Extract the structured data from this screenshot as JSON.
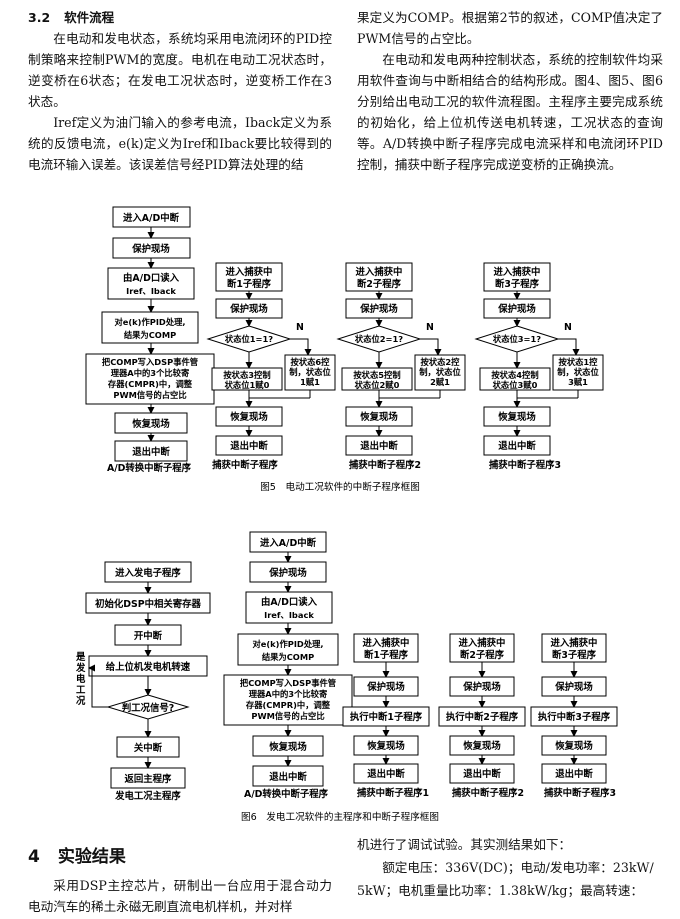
{
  "left_col": {
    "section_num": "3.2",
    "section_title": "软件流程",
    "p1": "在电动和发电状态，系统均采用电流闭环的PID控制策略来控制PWM的宽度。电机在电动工况状态时，逆变桥在6状态；在发电工况状态时，逆变桥工作在3状态。",
    "p2": "Iref定义为油门输入的参考电流，Iback定义为系统的反馈电流，e(k)定义为Iref和Iback要比较得到的电流环输入误差。该误差信号经PID算法处理的结"
  },
  "right_col": {
    "p0": "果定义为COMP。根据第2节的叙述，COMP值决定了PWM信号的占空比。",
    "p1": "在电动和发电两种控制状态，系统的控制软件均采用软件查询与中断相结合的结构形成。图4、图5、图6分别给出电动工况的软件流程图。主程序主要完成系统的初始化，给上位机传送电机转速，工况状态的查询等。A/D转换中断子程序完成电流采样和电流闭环PID控制，捕获中断子程序完成逆变桥的正确换流。"
  },
  "fig5": {
    "ad": {
      "enter": "进入A/D中断",
      "protect": "保护现场",
      "read1": "由A/D口读入",
      "read2": "Iref、Iback",
      "pid1": "对e(k)作PID处理,",
      "pid2": "结果为COMP",
      "comp1": "把COMP写入DSP事件管",
      "comp2": "理器A中的3个比较寄",
      "comp3": "存器(CMPR)中，调整",
      "comp4": "PWM信号的占空比",
      "restore": "恢复现场",
      "exit": "退出中断",
      "label": "A/D转换中断子程序"
    },
    "cap1": {
      "enter1": "进入捕获中",
      "enter2": "断1子程序",
      "protect": "保护现场",
      "cond": "状态位1=1?",
      "n": "N",
      "yes1": "按状态3控制",
      "yes2": "状态位1赋0",
      "no1": "按状态6控",
      "no2": "制，状态位",
      "no3": "1赋1",
      "restore": "恢复现场",
      "exit": "退出中断",
      "label": "捕获中断子程序"
    },
    "cap2": {
      "enter1": "进入捕获中",
      "enter2": "断2子程序",
      "protect": "保护现场",
      "cond": "状态位2=1?",
      "n": "N",
      "yes1": "按状态5控制",
      "yes2": "状态位2赋0",
      "no1": "按状态2控",
      "no2": "制，状态位",
      "no3": "2赋1",
      "restore": "恢复现场",
      "exit": "退出中断",
      "label": "捕获中断子程序2"
    },
    "cap3": {
      "enter1": "进入捕获中",
      "enter2": "断3子程序",
      "protect": "保护现场",
      "cond": "状态位3=1?",
      "n": "N",
      "yes1": "按状态4控制",
      "yes2": "状态位3赋0",
      "no1": "按状态1控",
      "no2": "制，状态位",
      "no3": "3赋1",
      "restore": "恢复现场",
      "exit": "退出中断",
      "label": "捕获中断子程序3"
    },
    "caption": "图5　电动工况软件的中断子程序框图"
  },
  "fig6": {
    "main": {
      "enter": "进入发电子程序",
      "init": "初始化DSP中相关寄存器",
      "open": "开中断",
      "send": "给上位机发电机转速",
      "judge": "判工况信号?",
      "side1": "是",
      "side2": "发",
      "side3": "电",
      "side4": "工",
      "side5": "况",
      "close": "关中断",
      "ret": "返回主程序",
      "label": "发电工况主程序"
    },
    "ad": {
      "enter": "进入A/D中断",
      "protect": "保护现场",
      "read1": "由A/D口读入",
      "read2": "Iref、Iback",
      "pid1": "对e(k)作PID处理,",
      "pid2": "结果为COMP",
      "comp1": "把COMP写入DSP事件管",
      "comp2": "理器A中的3个比较寄",
      "comp3": "存器(CMPR)中，调整",
      "comp4": "PWM信号的占空比",
      "restore": "恢复现场",
      "exit": "退出中断",
      "label": "A/D转换中断子程序"
    },
    "c1": {
      "enter1": "进入捕获中",
      "enter2": "断1子程序",
      "protect": "保护现场",
      "exec": "执行中断1子程序",
      "restore": "恢复现场",
      "exit": "退出中断",
      "label": "捕获中断子程序1"
    },
    "c2": {
      "enter1": "进入捕获中",
      "enter2": "断2子程序",
      "protect": "保护现场",
      "exec": "执行中断2子程序",
      "restore": "恢复现场",
      "exit": "退出中断",
      "label": "捕获中断子程序2"
    },
    "c3": {
      "enter1": "进入捕获中",
      "enter2": "断3子程序",
      "protect": "保护现场",
      "exec": "执行中断3子程序",
      "restore": "恢复现场",
      "exit": "退出中断",
      "label": "捕获中断子程序3"
    },
    "caption": "图6　发电工况软件的主程序和中断子程序框图"
  },
  "bottom": {
    "section_num": "4",
    "section_title": "实验结果",
    "left_p": "采用DSP主控芯片，研制出一台应用于混合动力电动汽车的稀土永磁无刷直流电机样机，并对样",
    "right_l1": "机进行了调试试验。其实测结果如下：",
    "right_l2": "额定电压：336V(DC)；电动/发电功率：23kW/",
    "right_l3": "5kW；电机重量比功率：1.38kW/kg；最高转速："
  }
}
